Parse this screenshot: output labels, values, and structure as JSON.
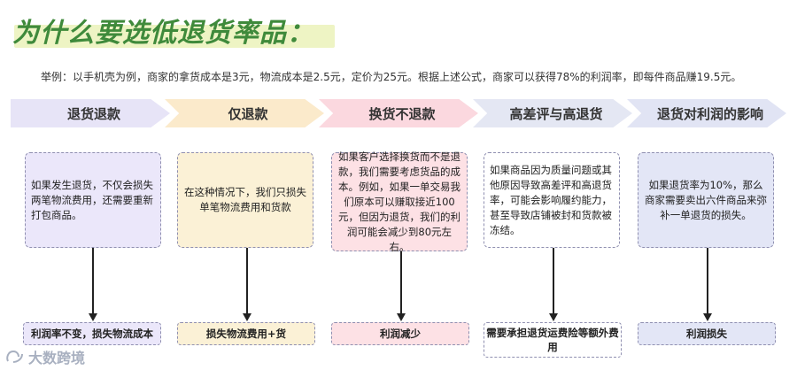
{
  "title": "为什么要选低退货率品：",
  "example": "举例：以手机壳为例，商家的拿货成本是3元，物流成本是2.5元，定价为25元。根据上述公式，商家可以获得78%的利润率，即每件商品赚19.5元。",
  "columns": [
    {
      "header": "退货退款",
      "detail": "如果发生退货，不仅会损失两笔物流费用，还需要重新打包商品。",
      "result": "利润率不变，损失物流成本",
      "header_color": "#e7e4f7",
      "box_color": "#ebe7fa",
      "result_color": "#ebe7fa"
    },
    {
      "header": "仅退款",
      "detail": "在这种情况下，我们只损失单笔物流费用和货款",
      "result": "损失物流费用+货",
      "header_color": "#fbeacb",
      "box_color": "#fbf1d6",
      "result_color": "#fbf1d6"
    },
    {
      "header": "换货不退款",
      "detail": "如果客户选择换货而不是退款，我们需要考虑货品的成本。例如，如果一单交易我们原本可以赚取接近100元，但因为退货，我们的利润可能会减少到80元左右。",
      "result": "利润减少",
      "header_color": "#fbd8df",
      "box_color": "#fde1e5",
      "result_color": "#fde1e5"
    },
    {
      "header": "高差评与高退货",
      "detail": "如果商品因为质量问题或其他原因导致高差评和高退货率，可能会影响履约能力，甚至导致店铺被封和货款被冻结。",
      "result": "需要承担退货运费险等额外费用",
      "header_color": "#e4e7f3",
      "box_color": "#ffffff",
      "result_color": "#ffffff"
    },
    {
      "header": "退货对利润的影响",
      "detail": "如果退货率为10%，那么商家需要卖出六件商品来弥补一单退货的损失。",
      "result": "利润损失",
      "header_color": "#e1e4f4",
      "box_color": "#e3e6f6",
      "result_color": "#e3e6f6"
    }
  ],
  "brand": "大数跨境",
  "brand_icon": "brand-logo-icon"
}
